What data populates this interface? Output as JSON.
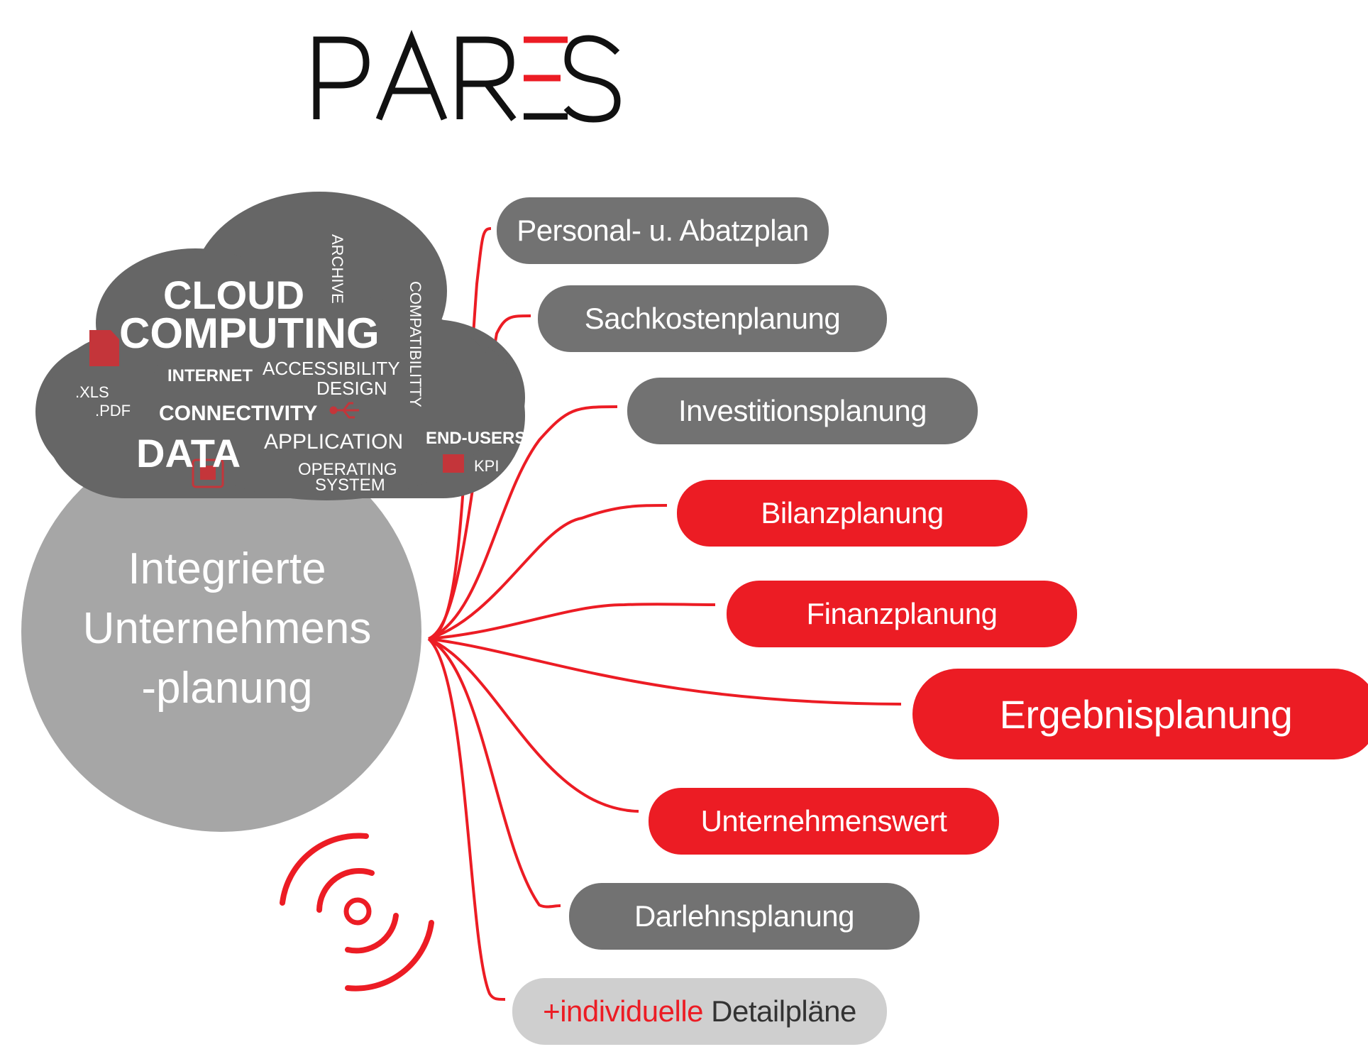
{
  "logo": {
    "letters": [
      "P",
      "A",
      "R",
      "E",
      "S"
    ],
    "brand": "PARES"
  },
  "colors": {
    "red": "#ec1c24",
    "gray": "#727272",
    "hub_gray": "#a6a6a6",
    "cloud_gray": "#666666",
    "light_gray": "#cfcfcf"
  },
  "cloud": {
    "title_line1": "CLOUD",
    "title_line2": "COMPUTING",
    "archive": "ARCHIVE",
    "compatibility": "COMPATIBILITTY",
    "internet": "INTERNET",
    "accessibility": "ACCESSIBILITY",
    "design": "DESIGN",
    "xls": ".XLS",
    "pdf": ".PDF",
    "connectivity": "CONNECTIVITY",
    "data": "DATA",
    "application": "APPLICATION",
    "end_users": "END-USERS",
    "operating": "OPERATING",
    "system": "SYSTEM",
    "kpi": "KPI",
    "icons": [
      "document-icon",
      "usb-icon",
      "network-port-icon",
      "kpi-chart-icon"
    ]
  },
  "hub": {
    "line1": "Integrierte",
    "line2": "Unternehmens",
    "line3": "-planung"
  },
  "branches": [
    {
      "label": "Personal- u. Abatzplan",
      "style": "gray"
    },
    {
      "label": "Sachkostenplanung",
      "style": "gray"
    },
    {
      "label": "Investitionsplanung",
      "style": "gray"
    },
    {
      "label": "Bilanzplanung",
      "style": "red"
    },
    {
      "label": "Finanzplanung",
      "style": "red"
    },
    {
      "label": "Ergebnisplanung",
      "style": "red"
    },
    {
      "label": "Unternehmenswert",
      "style": "red"
    },
    {
      "label": "Darlehnsplanung",
      "style": "gray"
    }
  ],
  "extra": {
    "prefix": "+individuelle",
    "suffix": " Detailpläne"
  },
  "signal_icon": "wireless-signal-icon"
}
